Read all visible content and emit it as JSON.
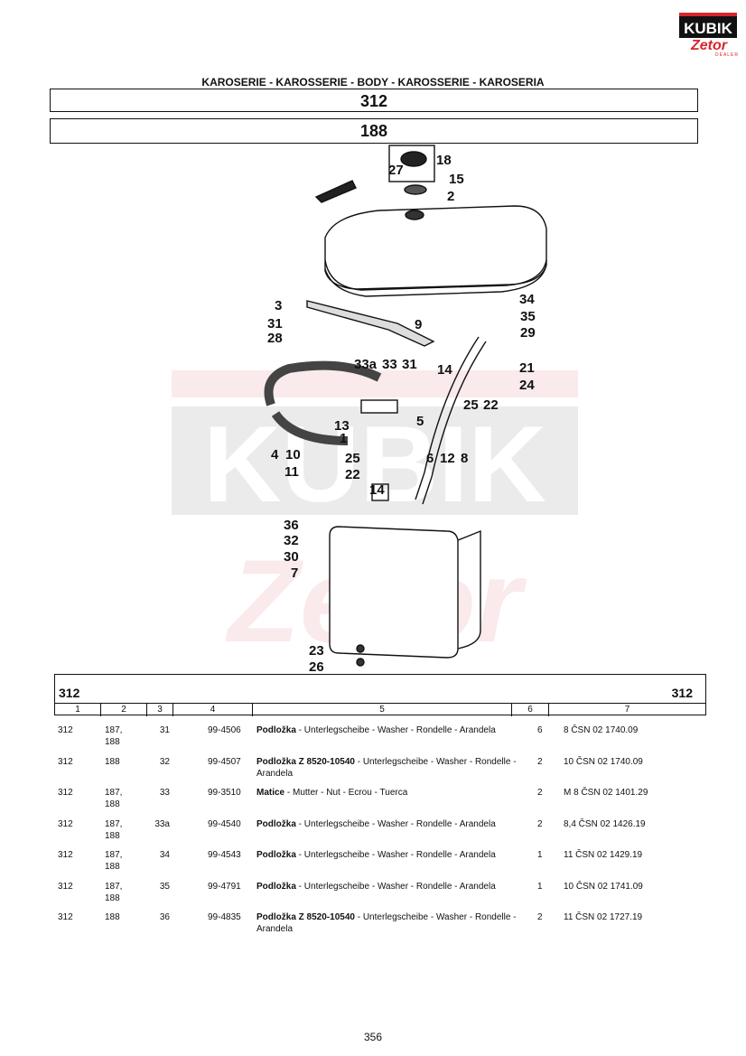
{
  "logo": {
    "brand": "KUBIK",
    "sub": "Zetor",
    "tag": "DEALER"
  },
  "header": {
    "title": "KAROSERIE - KAROSSERIE - BODY - KAROSSERIE - KAROSERIA",
    "code_main": "312",
    "code_sub": "188"
  },
  "diagram": {
    "callouts": [
      "18",
      "27",
      "15",
      "2",
      "3",
      "34",
      "31",
      "35",
      "9",
      "28",
      "29",
      "33a",
      "33",
      "31",
      "14",
      "21",
      "24",
      "25",
      "22",
      "5",
      "13",
      "1",
      "4",
      "10",
      "6",
      "12",
      "8",
      "25",
      "11",
      "22",
      "14",
      "36",
      "32",
      "30",
      "7",
      "23",
      "26"
    ]
  },
  "table": {
    "left_code": "312",
    "right_code": "312",
    "columns": [
      "1",
      "2",
      "3",
      "4",
      "5",
      "6",
      "7"
    ],
    "rows": [
      {
        "c1": "312",
        "c2": "187,\n188",
        "c3": "31",
        "c4": "99-4506",
        "name": "Podložka",
        "desc": " - Unterlegscheibe - Washer - Rondelle - Arandela",
        "qty": "6",
        "norm": "8 ČSN 02 1740.09"
      },
      {
        "c1": "312",
        "c2": "188",
        "c3": "32",
        "c4": "99-4507",
        "name": "Podložka Z 8520-10540",
        "desc": " - Unterlegscheibe - Washer - Rondelle - Arandela",
        "qty": "2",
        "norm": "10 ČSN 02 1740.09"
      },
      {
        "c1": "312",
        "c2": "187,\n188",
        "c3": "33",
        "c4": "99-3510",
        "name": "Matice",
        "desc": " - Mutter - Nut - Ecrou - Tuerca",
        "qty": "2",
        "norm": "M 8 ČSN 02 1401.29"
      },
      {
        "c1": "312",
        "c2": "187,\n188",
        "c3": "33a",
        "c4": "99-4540",
        "name": "Podložka",
        "desc": " - Unterlegscheibe - Washer - Rondelle - Arandela",
        "qty": "2",
        "norm": "8,4 ČSN 02 1426.19"
      },
      {
        "c1": "312",
        "c2": "187,\n188",
        "c3": "34",
        "c4": "99-4543",
        "name": "Podložka",
        "desc": " - Unterlegscheibe - Washer - Rondelle - Arandela",
        "qty": "1",
        "norm": "11 ČSN 02 1429.19"
      },
      {
        "c1": "312",
        "c2": "187,\n188",
        "c3": "35",
        "c4": "99-4791",
        "name": "Podložka",
        "desc": " - Unterlegscheibe - Washer - Rondelle - Arandela",
        "qty": "1",
        "norm": "10 ČSN 02 1741.09"
      },
      {
        "c1": "312",
        "c2": "188",
        "c3": "36",
        "c4": "99-4835",
        "name": "Podložka Z 8520-10540",
        "desc": " - Unterlegscheibe - Washer - Rondelle - Arandela",
        "qty": "2",
        "norm": "11 ČSN 02 1727.19"
      }
    ]
  },
  "page_number": "356"
}
